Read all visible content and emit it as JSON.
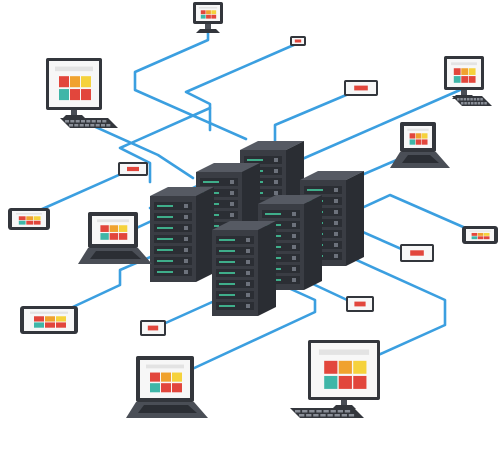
{
  "diagram": {
    "type": "network-topology-illustration",
    "central_cluster": {
      "component": "server-rack",
      "count": 6
    },
    "devices": [
      {
        "kind": "monitor",
        "name": "monitor-top"
      },
      {
        "kind": "phone",
        "name": "phone-top"
      },
      {
        "kind": "desktop",
        "name": "desktop-upper-left"
      },
      {
        "kind": "phone",
        "name": "phone-upper-center"
      },
      {
        "kind": "desktop",
        "name": "desktop-upper-right"
      },
      {
        "kind": "phone",
        "name": "phone-left"
      },
      {
        "kind": "laptop",
        "name": "laptop-right"
      },
      {
        "kind": "tablet",
        "name": "tablet-left"
      },
      {
        "kind": "laptop",
        "name": "laptop-left"
      },
      {
        "kind": "phone",
        "name": "phone-right"
      },
      {
        "kind": "tablet",
        "name": "tablet-right"
      },
      {
        "kind": "phone",
        "name": "phone-mid-right"
      },
      {
        "kind": "tablet",
        "name": "tablet-lower-left"
      },
      {
        "kind": "phone",
        "name": "phone-lower-left"
      },
      {
        "kind": "laptop",
        "name": "laptop-bottom"
      },
      {
        "kind": "desktop",
        "name": "desktop-bottom-right"
      }
    ]
  },
  "colors": {
    "wire": "#3b9fe0",
    "rack_front": "#3a3d44",
    "rack_side": "#2a2d33",
    "rack_top": "#565a63",
    "rack_light": "#3fae8a",
    "device_dark": "#33363c",
    "device_mid": "#4a4e56",
    "screen_bg": "#f7f7f7",
    "tile_red": "#e2463c",
    "tile_orange": "#f0a22e",
    "tile_yellow": "#f5d23c",
    "tile_blue": "#2f6fb3",
    "tile_teal": "#3fb6a8"
  }
}
